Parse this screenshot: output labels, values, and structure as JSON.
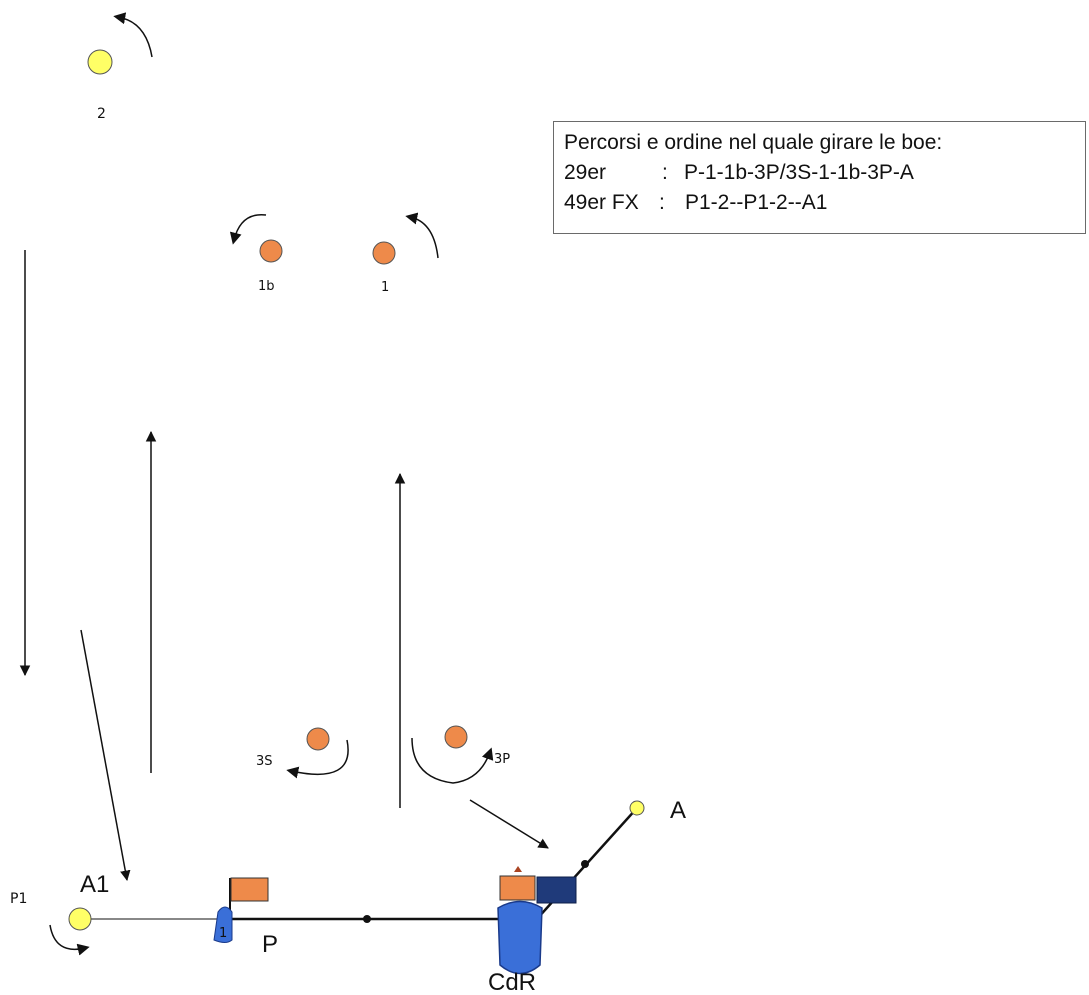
{
  "legend": {
    "title": "Percorsi e ordine nel quale girare le boe:",
    "rows": [
      {
        "class": "29er",
        "sep": ":",
        "route": "P-1-1b-3P/3S-1-1b-3P-A"
      },
      {
        "class": "49er FX",
        "sep": ":",
        "route": "P1-2--P1-2--A1"
      }
    ]
  },
  "marks": {
    "mark_2": "2",
    "mark_1b": "1b",
    "mark_1": "1",
    "mark_3s": "3S",
    "mark_3p": "3P",
    "mark_a": "A",
    "mark_a1": "A1",
    "mark_p1": "P1",
    "pin_p": "P",
    "committee": "CdR",
    "boat_number": "1"
  },
  "colors": {
    "yellow_buoy": "#ffff66",
    "orange_buoy": "#ee8a4a",
    "orange_flag": "#ee8a4a",
    "navy_flag": "#1f3a7a",
    "boat_blue": "#3a6fd8"
  }
}
